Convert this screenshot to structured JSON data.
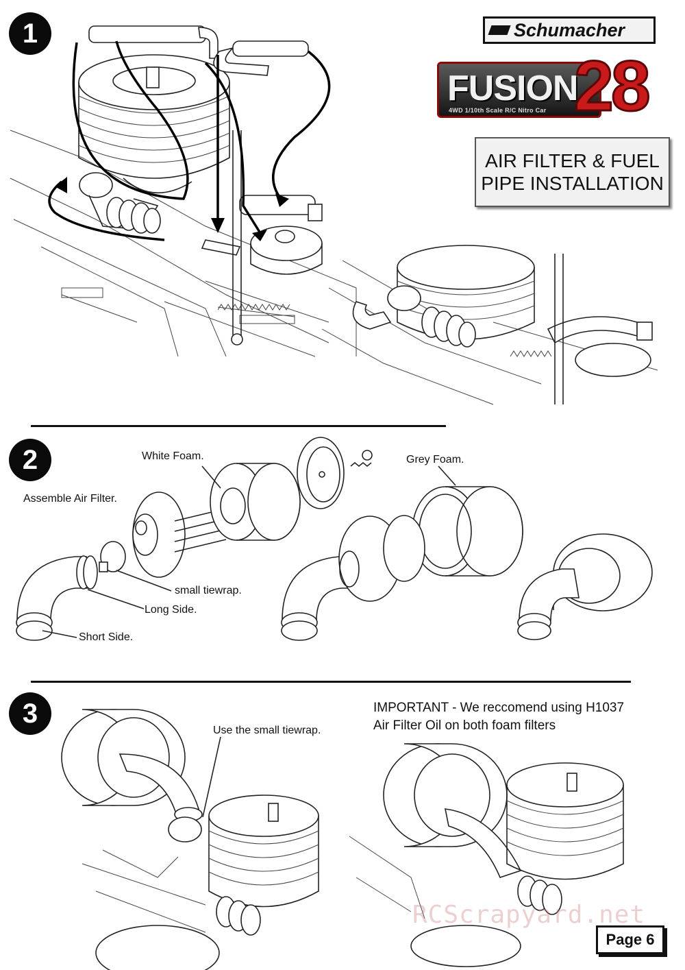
{
  "brand": {
    "name": "Schumacher"
  },
  "product_logo": {
    "word": "FUSION",
    "number": "28",
    "subtitle": "4WD 1/10th Scale R/C Nitro Car"
  },
  "section_title": {
    "line1": "AIR FILTER & FUEL",
    "line2": "PIPE INSTALLATION"
  },
  "steps": [
    {
      "number": "1"
    },
    {
      "number": "2"
    },
    {
      "number": "3"
    }
  ],
  "step2": {
    "instruction": "Assemble Air Filter.",
    "labels": {
      "white_foam": "White Foam.",
      "grey_foam": "Grey Foam.",
      "small_tiewrap": "small tiewrap.",
      "long_side": "Long Side.",
      "short_side": "Short Side."
    }
  },
  "step3": {
    "label_tiewrap": "Use the small tiewrap.",
    "important_line1": "IMPORTANT - We reccomend using H1037",
    "important_line2": "Air Filter Oil on both foam filters"
  },
  "footer": {
    "page_label": "Page 6",
    "watermark": "RCScrapyard.net"
  },
  "colors": {
    "logo_red": "#c81a1a",
    "ink": "#111111"
  },
  "icons": [
    "schumacher-mark-icon"
  ]
}
